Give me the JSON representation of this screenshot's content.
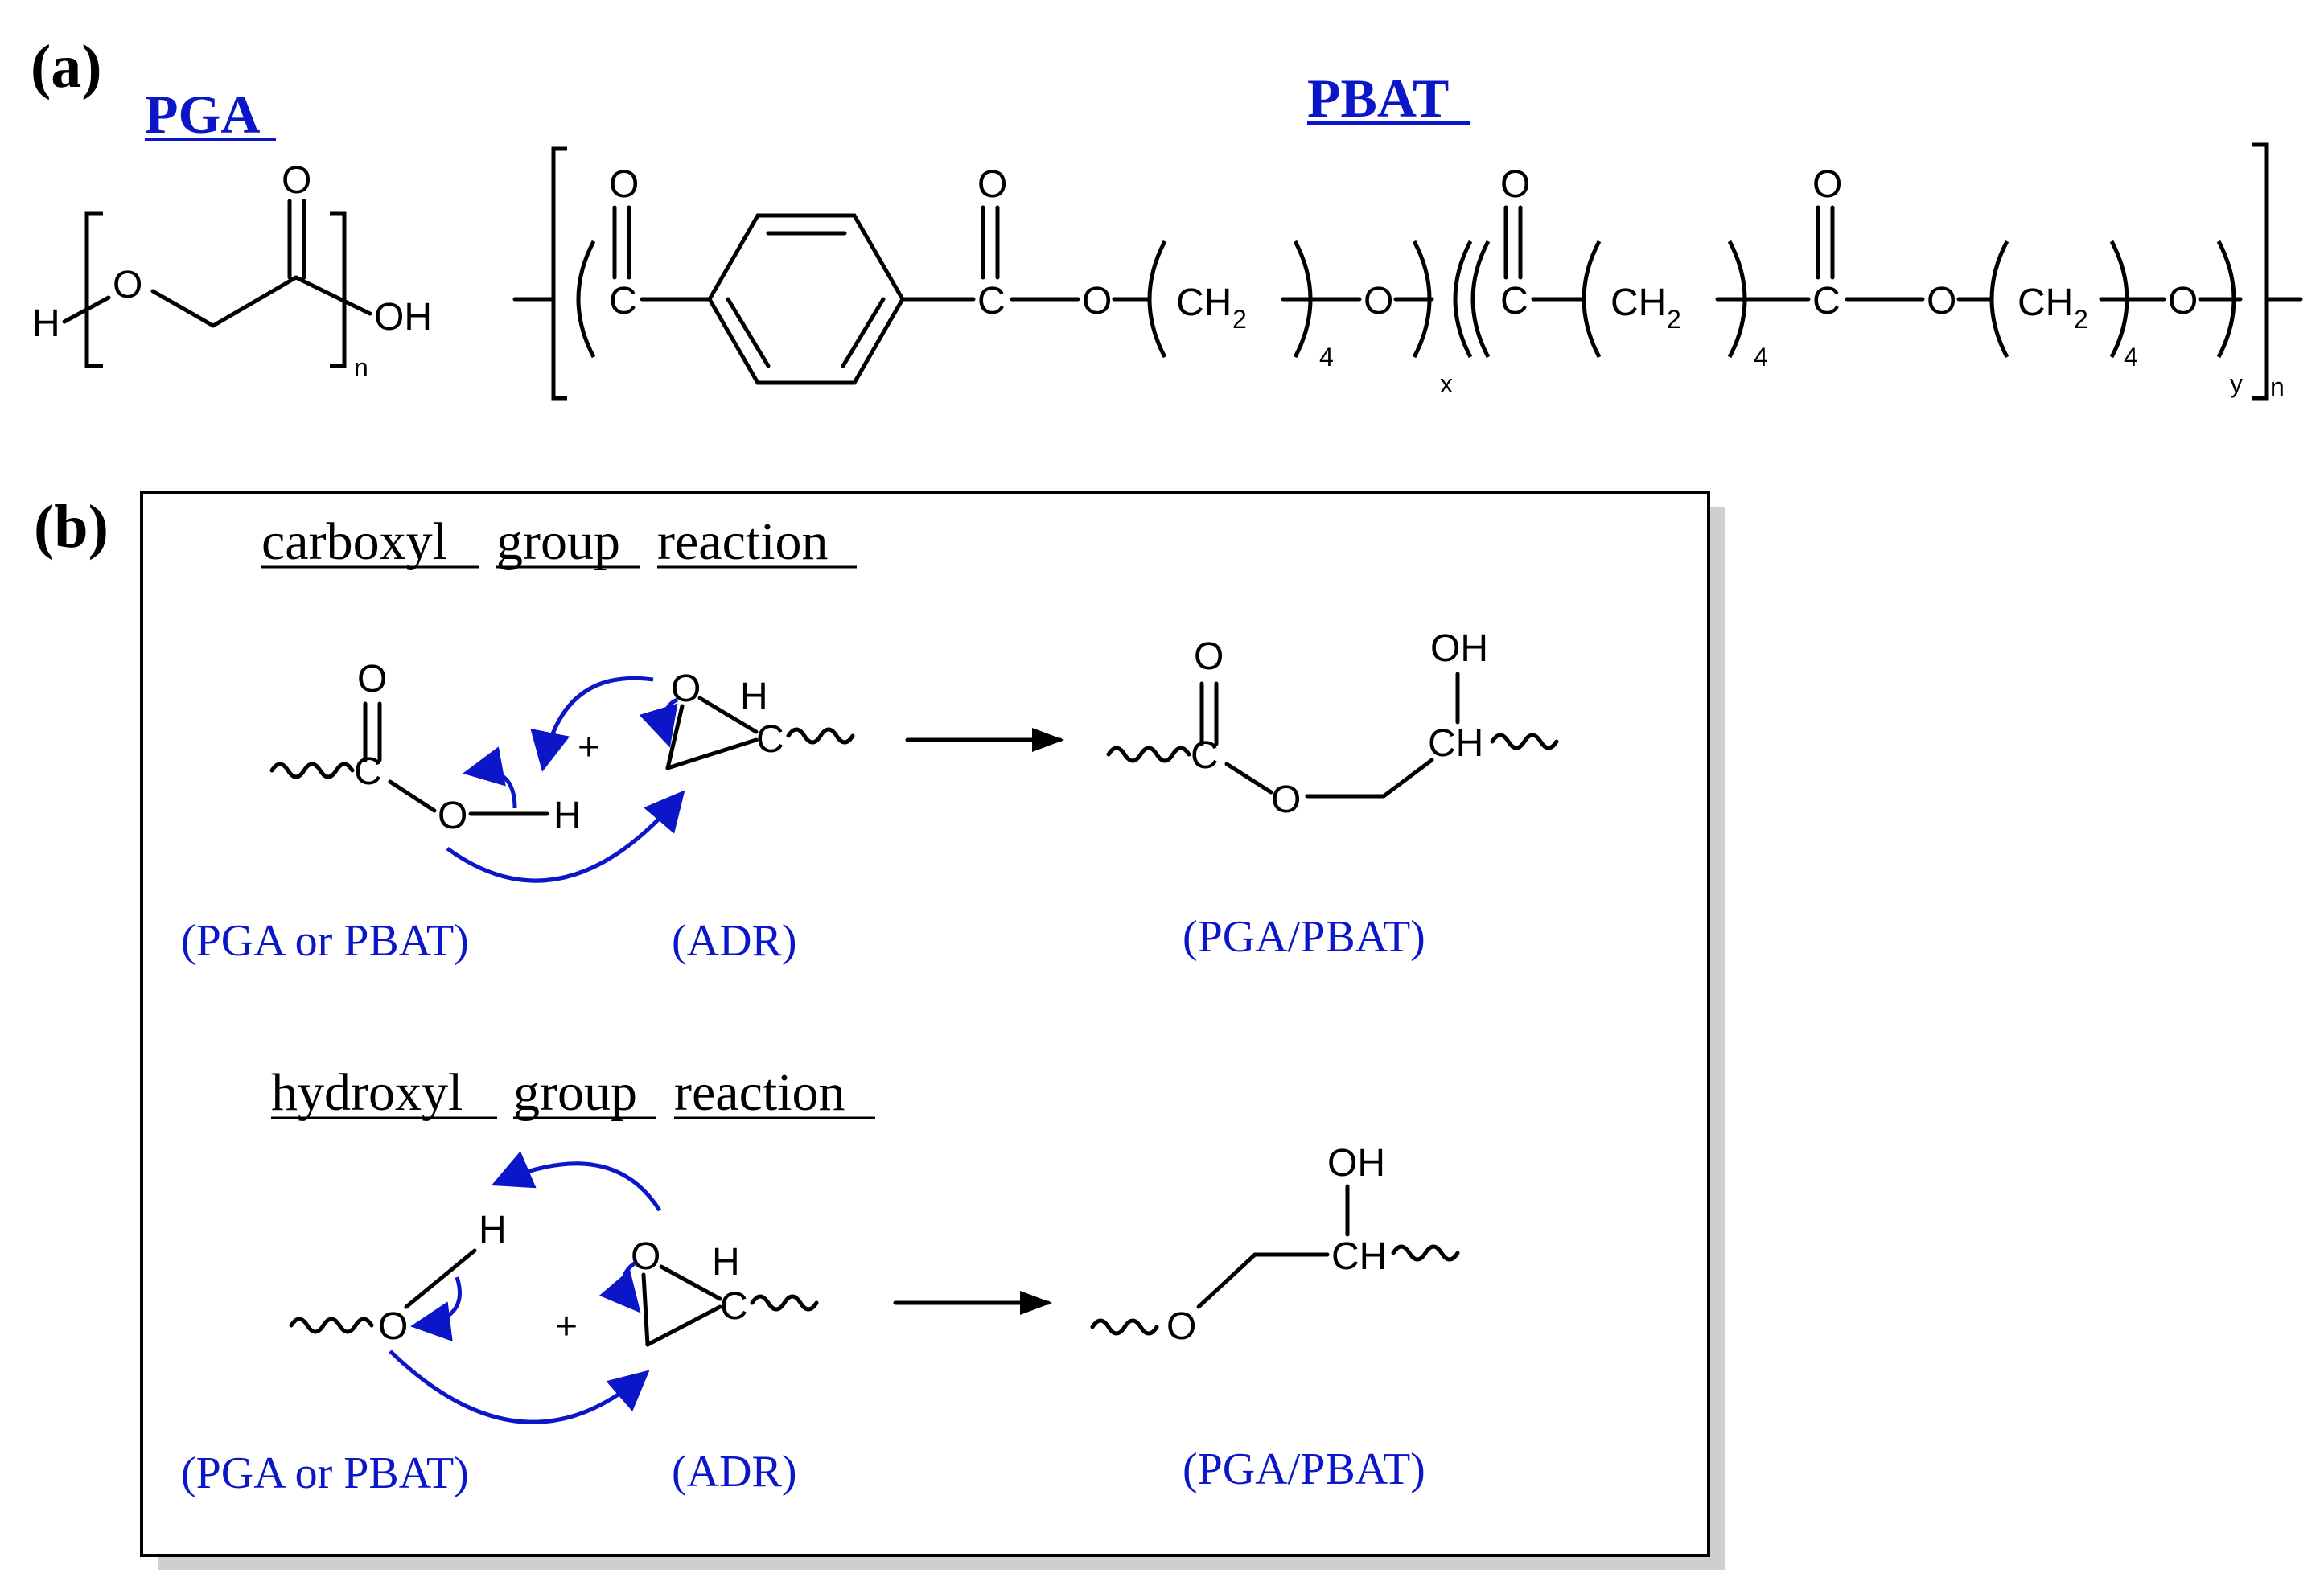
{
  "panel_a": {
    "label": "(a)",
    "pga": {
      "title": "PGA",
      "atoms": {
        "h": "H",
        "o": "O",
        "carbonyl_o": "O",
        "oh": "OH",
        "n": "n"
      }
    },
    "pbat": {
      "title": "PBAT",
      "atoms": {
        "c1": "C",
        "o1": "O",
        "c2": "C",
        "o2": "O",
        "o_ester1": "O",
        "ch2_1": "CH",
        "ch2_1_sub": "2",
        "count_1": "4",
        "o_end1": "O",
        "x": "x",
        "c3": "C",
        "o3": "O",
        "ch2_2": "CH",
        "ch2_2_sub": "2",
        "count_2": "4",
        "c4": "C",
        "o4": "O",
        "o_ester2": "O",
        "ch2_3": "CH",
        "ch2_3_sub": "2",
        "count_3": "4",
        "o_end2": "O",
        "y": "y",
        "n": "n"
      }
    }
  },
  "panel_b": {
    "label": "(b)",
    "carboxyl": {
      "title_words": [
        "carboxyl",
        "group",
        "reaction"
      ],
      "acid": {
        "carbonyl_o": "O",
        "c": "C",
        "o": "O",
        "h": "H"
      },
      "plus": "+",
      "epoxide": {
        "o": "O",
        "h": "H",
        "c": "C"
      },
      "product": {
        "carbonyl_o": "O",
        "c": "C",
        "o": "O",
        "oh": "OH",
        "ch": "CH"
      },
      "labels": {
        "reactant": "(PGA or PBAT)",
        "adr": "(ADR)",
        "product": "(PGA/PBAT)"
      }
    },
    "hydroxyl": {
      "title_words": [
        "hydroxyl",
        "group",
        "reaction"
      ],
      "alcohol": {
        "o": "O",
        "h": "H"
      },
      "plus": "+",
      "epoxide": {
        "o": "O",
        "h": "H",
        "c": "C"
      },
      "product": {
        "o": "O",
        "oh": "OH",
        "ch": "CH"
      },
      "labels": {
        "reactant": "(PGA or PBAT)",
        "adr": "(ADR)",
        "product": "(PGA/PBAT)"
      }
    }
  }
}
